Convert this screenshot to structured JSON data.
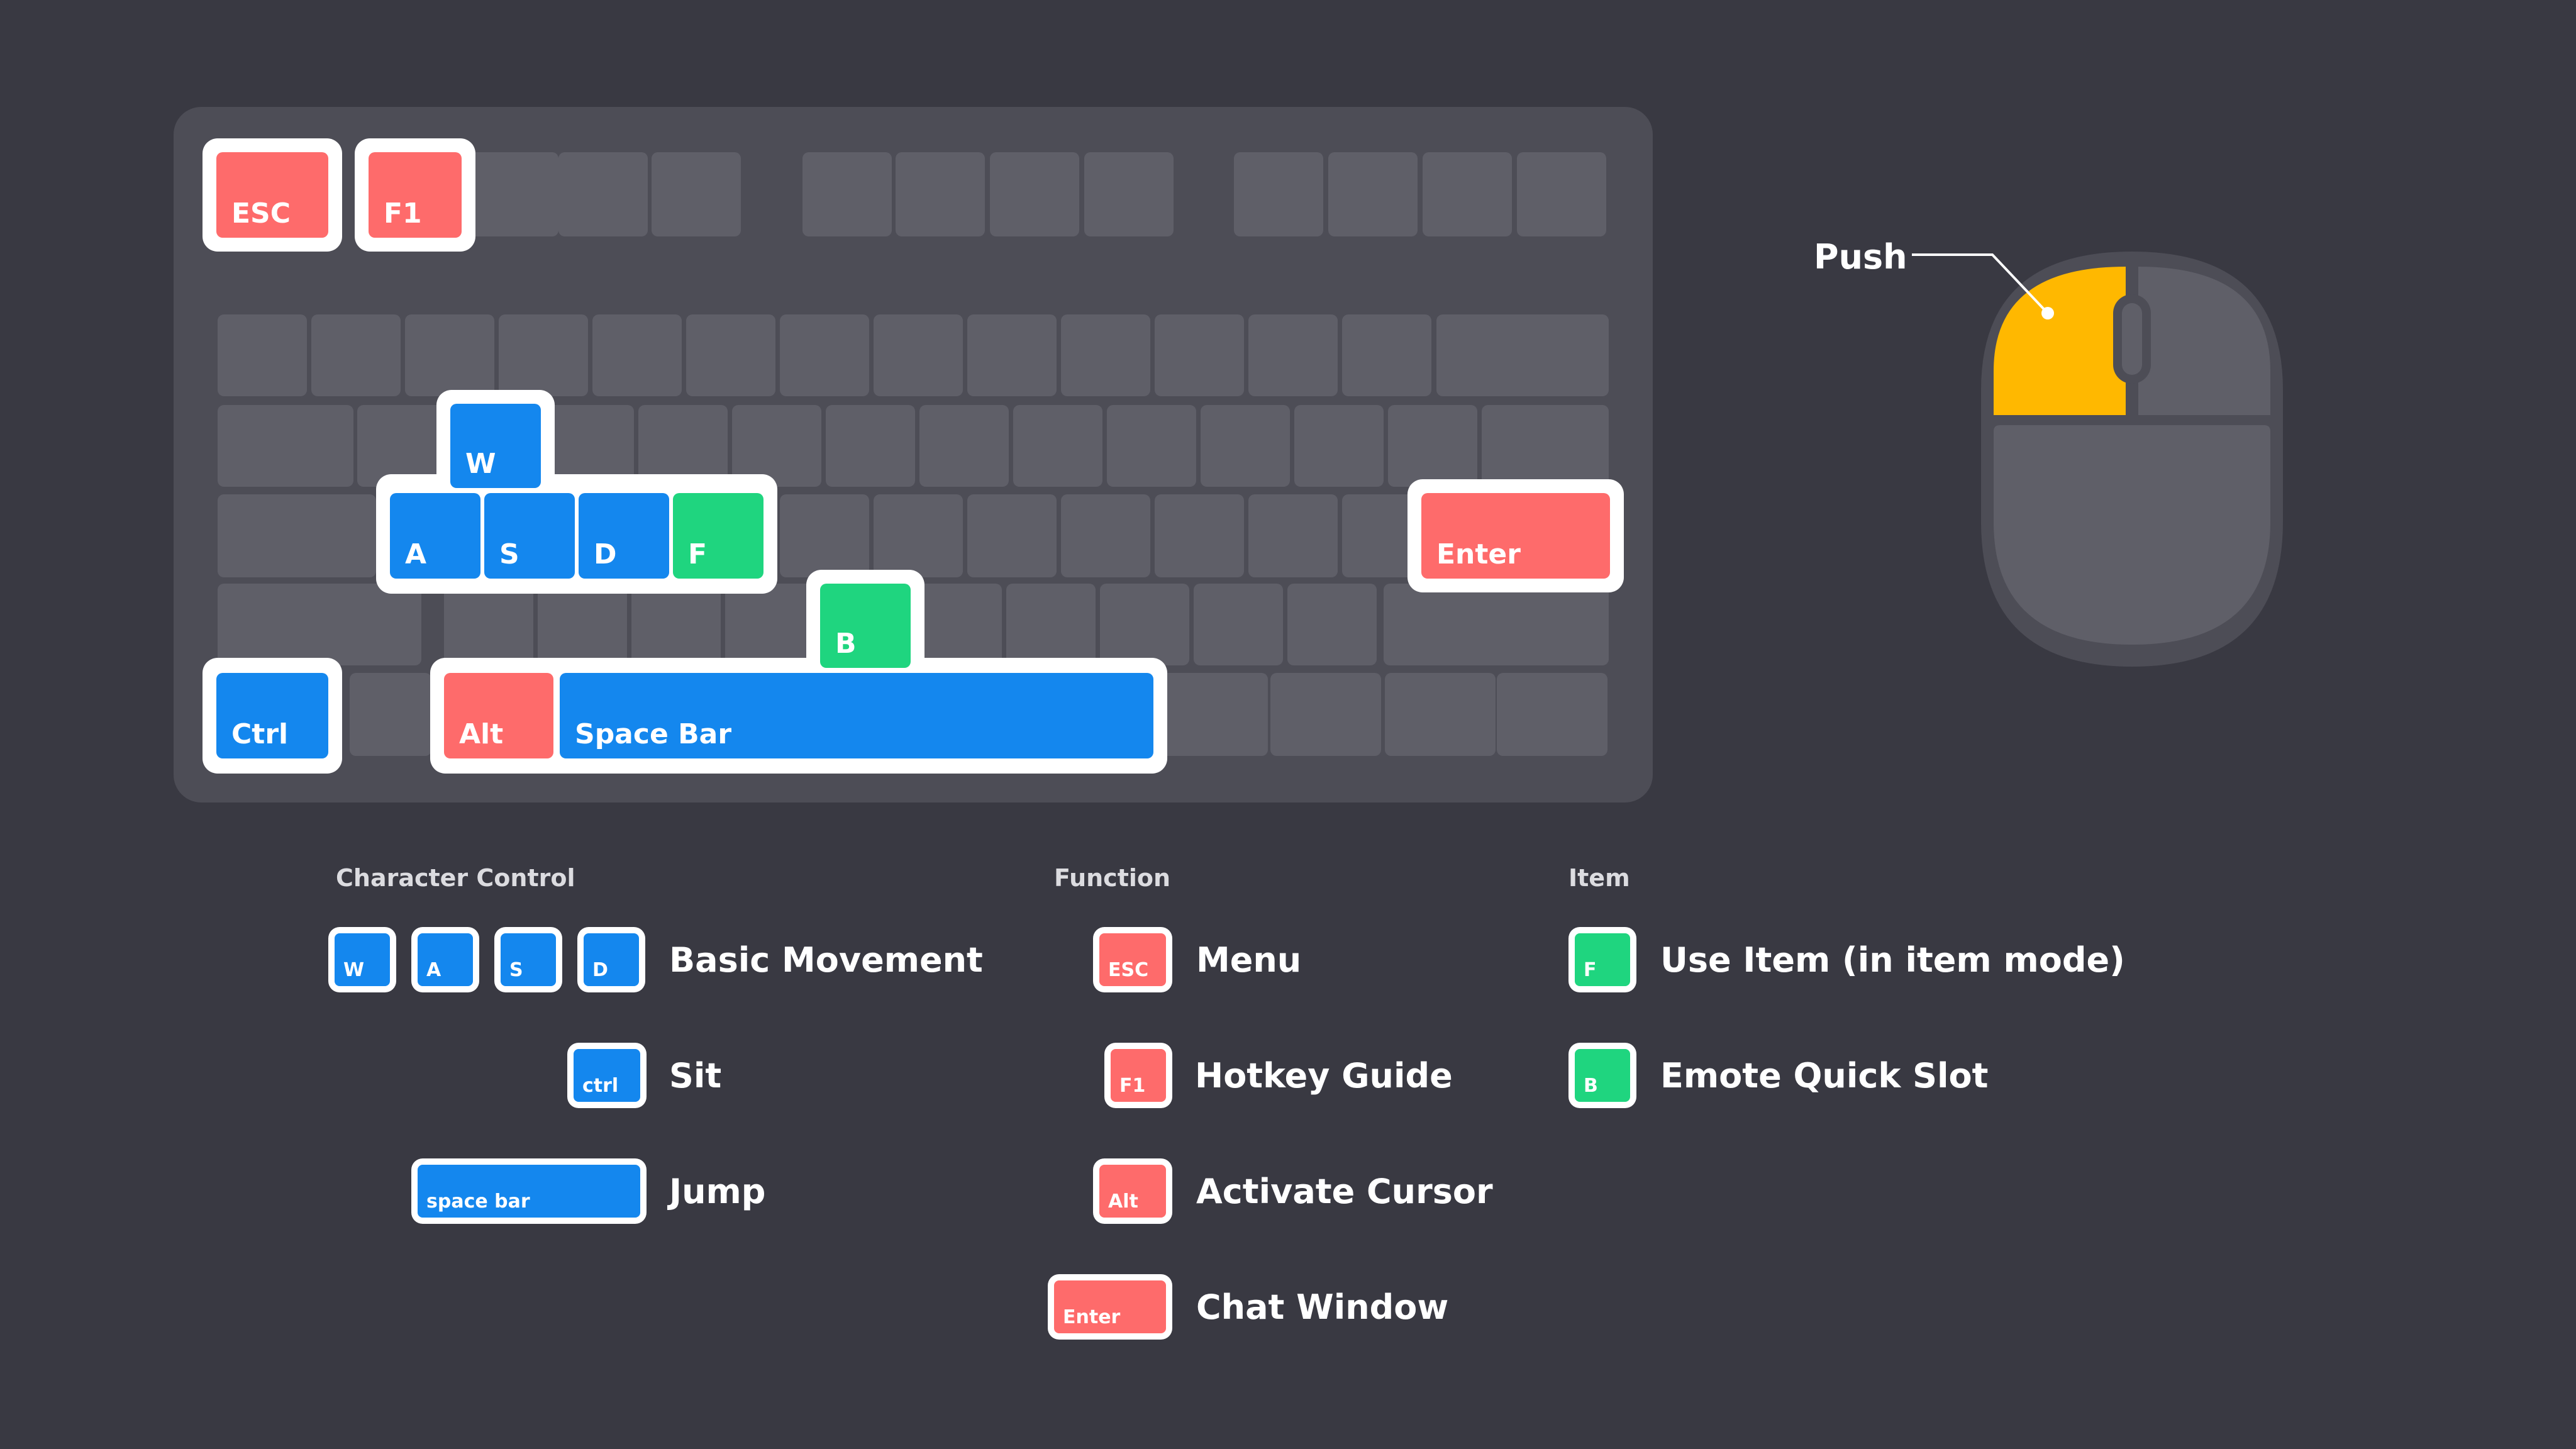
{
  "colors": {
    "background": "#393942",
    "keyboard_base": "#4d4d56",
    "blank_key": "#5f5f68",
    "character_control": "#1487ee",
    "function": "#fe6b6b",
    "item": "#1fd57f",
    "mouse_push": "#ffb800",
    "outline": "#ffffff"
  },
  "keyboard": {
    "esc": "ESC",
    "f1": "F1",
    "w": "W",
    "a": "A",
    "s": "S",
    "d": "D",
    "f": "F",
    "b": "B",
    "enter": "Enter",
    "ctrl": "Ctrl",
    "alt": "Alt",
    "space": "Space Bar"
  },
  "mouse": {
    "push_label": "Push",
    "highlighted_button": "left-button"
  },
  "legend": {
    "character_control": {
      "heading": "Character Control",
      "keys": {
        "w": "W",
        "a": "A",
        "s": "S",
        "d": "D",
        "ctrl": "ctrl",
        "space": "space bar"
      },
      "basic_movement": "Basic Movement",
      "sit": "Sit",
      "jump": "Jump"
    },
    "function": {
      "heading": "Function",
      "keys": {
        "esc": "ESC",
        "f1": "F1",
        "alt": "Alt",
        "enter": "Enter"
      },
      "menu": "Menu",
      "hotkey_guide": "Hotkey Guide",
      "activate_cursor": "Activate Cursor",
      "chat_window": "Chat Window"
    },
    "item": {
      "heading": "Item",
      "keys": {
        "f": "F",
        "b": "B"
      },
      "use_item": "Use Item (in item mode)",
      "emote_quick_slot": "Emote Quick Slot"
    }
  }
}
